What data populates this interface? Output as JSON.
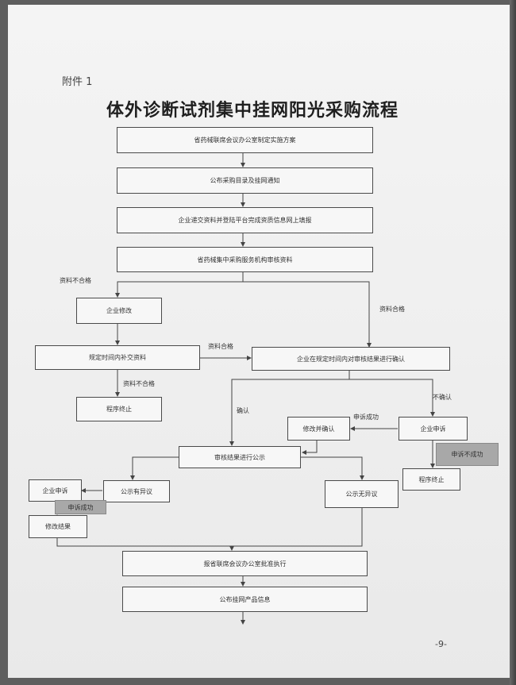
{
  "header": {
    "attachment": "附件 1",
    "title": "体外诊断试剂集中挂网阳光采购流程"
  },
  "boxes": {
    "b1": "省药械联席会议办公室制定实施方案",
    "b2": "公布采购目录及挂网通知",
    "b3": "企业递交资料并登陆平台完成资质信息网上填报",
    "b4": "省药械集中采购服务机构审核资料",
    "b5": "企业修改",
    "b6": "规定时间内补交资料",
    "b7": "企业在规定时间内对审核结果进行确认",
    "b8": "程序终止",
    "b9": "修改并确认",
    "b10": "企业申诉",
    "b11": "审核结果进行公示",
    "b12": "申诉不成功",
    "b13": "企业申诉",
    "b14": "公示有异议",
    "b15": "公示无异议",
    "b16": "程序终止",
    "b17": "申诉成功",
    "b18": "修改结果",
    "b19": "报省联席会议办公室批准执行",
    "b20": "公布挂网产品信息"
  },
  "labels": {
    "l1": "资料不合格",
    "l2": "资料合格",
    "l3": "资料合格",
    "l4": "资料不合格",
    "l5": "确认",
    "l6": "申诉成功",
    "l7": "不确认"
  },
  "footer": {
    "page": "-9-"
  }
}
